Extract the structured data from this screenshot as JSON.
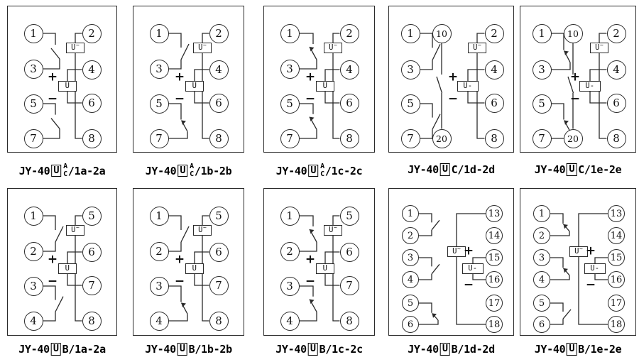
{
  "sheet": {
    "background": "#ffffff",
    "line_color": "#2a2a2a",
    "text_color": "#111111"
  },
  "panels": [
    {
      "variant": "v8",
      "caption": {
        "prefix": "JY-40",
        "boxed_letter": "U",
        "stack_top": "A",
        "stack_bottom": "C",
        "series": "",
        "suffix": "/1a-2a"
      },
      "left_terminals": [
        "1",
        "3",
        "5",
        "7"
      ],
      "mid_terminals": [],
      "right_terminals": [
        "2",
        "4",
        "6",
        "8"
      ],
      "coil_top": {
        "label": "U",
        "sup": "~"
      },
      "coil_mid": {
        "label": "U",
        "sup": ""
      },
      "plus": "+",
      "minus": "−",
      "contacts": [
        {
          "between": [
            "1",
            "3"
          ],
          "style": "open"
        },
        {
          "between": [
            "5",
            "7"
          ],
          "style": "open"
        }
      ]
    },
    {
      "variant": "v8",
      "caption": {
        "prefix": "JY-40",
        "boxed_letter": "U",
        "stack_top": "A",
        "stack_bottom": "C",
        "series": "",
        "suffix": "/1b-2b"
      },
      "left_terminals": [
        "1",
        "3",
        "5",
        "7"
      ],
      "mid_terminals": [],
      "right_terminals": [
        "2",
        "4",
        "6",
        "8"
      ],
      "coil_top": {
        "label": "U",
        "sup": "~"
      },
      "coil_mid": {
        "label": "U",
        "sup": ""
      },
      "plus": "+",
      "minus": "−",
      "contacts": [
        {
          "between": [
            "1",
            "3"
          ],
          "style": "slash"
        },
        {
          "between": [
            "5",
            "7"
          ],
          "style": "arrowhook"
        }
      ]
    },
    {
      "variant": "v8",
      "caption": {
        "prefix": "JY-40",
        "boxed_letter": "U",
        "stack_top": "A",
        "stack_bottom": "C",
        "series": "",
        "suffix": "/1c-2c"
      },
      "left_terminals": [
        "1",
        "3",
        "5",
        "7"
      ],
      "mid_terminals": [],
      "right_terminals": [
        "2",
        "4",
        "6",
        "8"
      ],
      "coil_top": {
        "label": "U",
        "sup": "~"
      },
      "coil_mid": {
        "label": "U",
        "sup": ""
      },
      "plus": "+",
      "minus": "−",
      "contacts": [
        {
          "between": [
            "1",
            "3"
          ],
          "style": "arrowup"
        },
        {
          "between": [
            "5",
            "7"
          ],
          "style": "arrowup"
        }
      ]
    },
    {
      "variant": "v10",
      "caption": {
        "prefix": "JY-40",
        "boxed_letter": "U",
        "stack_top": "",
        "stack_bottom": "",
        "series": "C",
        "suffix": "/1d-2d"
      },
      "left_terminals": [
        "1",
        "3",
        "5",
        "7"
      ],
      "mid_terminals": [
        "10",
        "20"
      ],
      "right_terminals": [
        "2",
        "4",
        "6",
        "8"
      ],
      "coil_top": {
        "label": "U",
        "sup": "~"
      },
      "coil_mid": {
        "label": "U-",
        "sup": ""
      },
      "plus": "+",
      "minus": "−",
      "contacts": [
        {
          "between": [
            "1",
            "3"
          ],
          "style": "slash"
        },
        {
          "between": [
            "5",
            "7"
          ],
          "style": "slash"
        },
        {
          "between": [
            "10",
            "20"
          ],
          "style": "break"
        }
      ]
    },
    {
      "variant": "v10",
      "caption": {
        "prefix": "JY-40",
        "boxed_letter": "U",
        "stack_top": "",
        "stack_bottom": "",
        "series": "C",
        "suffix": "/1e-2e"
      },
      "left_terminals": [
        "1",
        "3",
        "5",
        "7"
      ],
      "mid_terminals": [
        "10",
        "20"
      ],
      "right_terminals": [
        "2",
        "4",
        "6",
        "8"
      ],
      "coil_top": {
        "label": "U",
        "sup": "~"
      },
      "coil_mid": {
        "label": "U-",
        "sup": ""
      },
      "plus": "+",
      "minus": "−",
      "contacts": [
        {
          "between": [
            "1",
            "3"
          ],
          "style": "arrowhook"
        },
        {
          "between": [
            "5",
            "7"
          ],
          "style": "arrowhook"
        },
        {
          "between": [
            "10",
            "20"
          ],
          "style": "break"
        }
      ]
    },
    {
      "variant": "v8",
      "caption": {
        "prefix": "JY-40",
        "boxed_letter": "U",
        "stack_top": "",
        "stack_bottom": "",
        "series": "B",
        "suffix": "/1a-2a"
      },
      "left_terminals": [
        "1",
        "2",
        "3",
        "4"
      ],
      "mid_terminals": [],
      "right_terminals": [
        "5",
        "6",
        "7",
        "8"
      ],
      "coil_top": {
        "label": "U",
        "sup": "~"
      },
      "coil_mid": {
        "label": "U",
        "sup": ""
      },
      "plus": "+",
      "minus": "−",
      "contacts": [
        {
          "between": [
            "1",
            "2"
          ],
          "style": "slash"
        },
        {
          "between": [
            "3",
            "4"
          ],
          "style": "slash"
        }
      ]
    },
    {
      "variant": "v8",
      "caption": {
        "prefix": "JY-40",
        "boxed_letter": "U",
        "stack_top": "",
        "stack_bottom": "",
        "series": "B",
        "suffix": "/1b-2b"
      },
      "left_terminals": [
        "1",
        "2",
        "3",
        "4"
      ],
      "mid_terminals": [],
      "right_terminals": [
        "5",
        "6",
        "7",
        "8"
      ],
      "coil_top": {
        "label": "U",
        "sup": "~"
      },
      "coil_mid": {
        "label": "U",
        "sup": ""
      },
      "plus": "+",
      "minus": "−",
      "contacts": [
        {
          "between": [
            "1",
            "2"
          ],
          "style": "slash"
        },
        {
          "between": [
            "3",
            "4"
          ],
          "style": "arrowhook"
        }
      ]
    },
    {
      "variant": "v8",
      "caption": {
        "prefix": "JY-40",
        "boxed_letter": "U",
        "stack_top": "",
        "stack_bottom": "",
        "series": "B",
        "suffix": "/1c-2c"
      },
      "left_terminals": [
        "1",
        "2",
        "3",
        "4"
      ],
      "mid_terminals": [],
      "right_terminals": [
        "5",
        "6",
        "7",
        "8"
      ],
      "coil_top": {
        "label": "U",
        "sup": "~"
      },
      "coil_mid": {
        "label": "U",
        "sup": ""
      },
      "plus": "+",
      "minus": "−",
      "contacts": [
        {
          "between": [
            "1",
            "2"
          ],
          "style": "arrowup"
        },
        {
          "between": [
            "3",
            "4"
          ],
          "style": "arrowup"
        }
      ]
    },
    {
      "variant": "v12",
      "caption": {
        "prefix": "JY-40",
        "boxed_letter": "U",
        "stack_top": "",
        "stack_bottom": "",
        "series": "B",
        "suffix": "/1d-2d"
      },
      "left_terminals": [
        "1",
        "2",
        "3",
        "4",
        "5",
        "6"
      ],
      "mid_terminals": [],
      "right_terminals": [
        "13",
        "14",
        "15",
        "16",
        "17",
        "18"
      ],
      "coil_top": {
        "label": "U",
        "sup": "~"
      },
      "coil_mid": {
        "label": "U-",
        "sup": ""
      },
      "plus": "+",
      "minus": "−",
      "contacts": [
        {
          "between": [
            "1",
            "2"
          ],
          "style": "slash"
        },
        {
          "between": [
            "3",
            "4"
          ],
          "style": "slash"
        },
        {
          "between": [
            "5",
            "6"
          ],
          "style": "arrowhook"
        }
      ]
    },
    {
      "variant": "v12",
      "caption": {
        "prefix": "JY-40",
        "boxed_letter": "U",
        "stack_top": "",
        "stack_bottom": "",
        "series": "B",
        "suffix": "/1e-2e"
      },
      "left_terminals": [
        "1",
        "2",
        "3",
        "4",
        "5",
        "6"
      ],
      "mid_terminals": [],
      "right_terminals": [
        "13",
        "14",
        "15",
        "16",
        "17",
        "18"
      ],
      "coil_top": {
        "label": "U",
        "sup": "~"
      },
      "coil_mid": {
        "label": "U-",
        "sup": ""
      },
      "plus": "+",
      "minus": "−",
      "contacts": [
        {
          "between": [
            "1",
            "2"
          ],
          "style": "arrowhook"
        },
        {
          "between": [
            "3",
            "4"
          ],
          "style": "arrowhook"
        },
        {
          "between": [
            "5",
            "6"
          ],
          "style": "slash"
        }
      ]
    }
  ]
}
